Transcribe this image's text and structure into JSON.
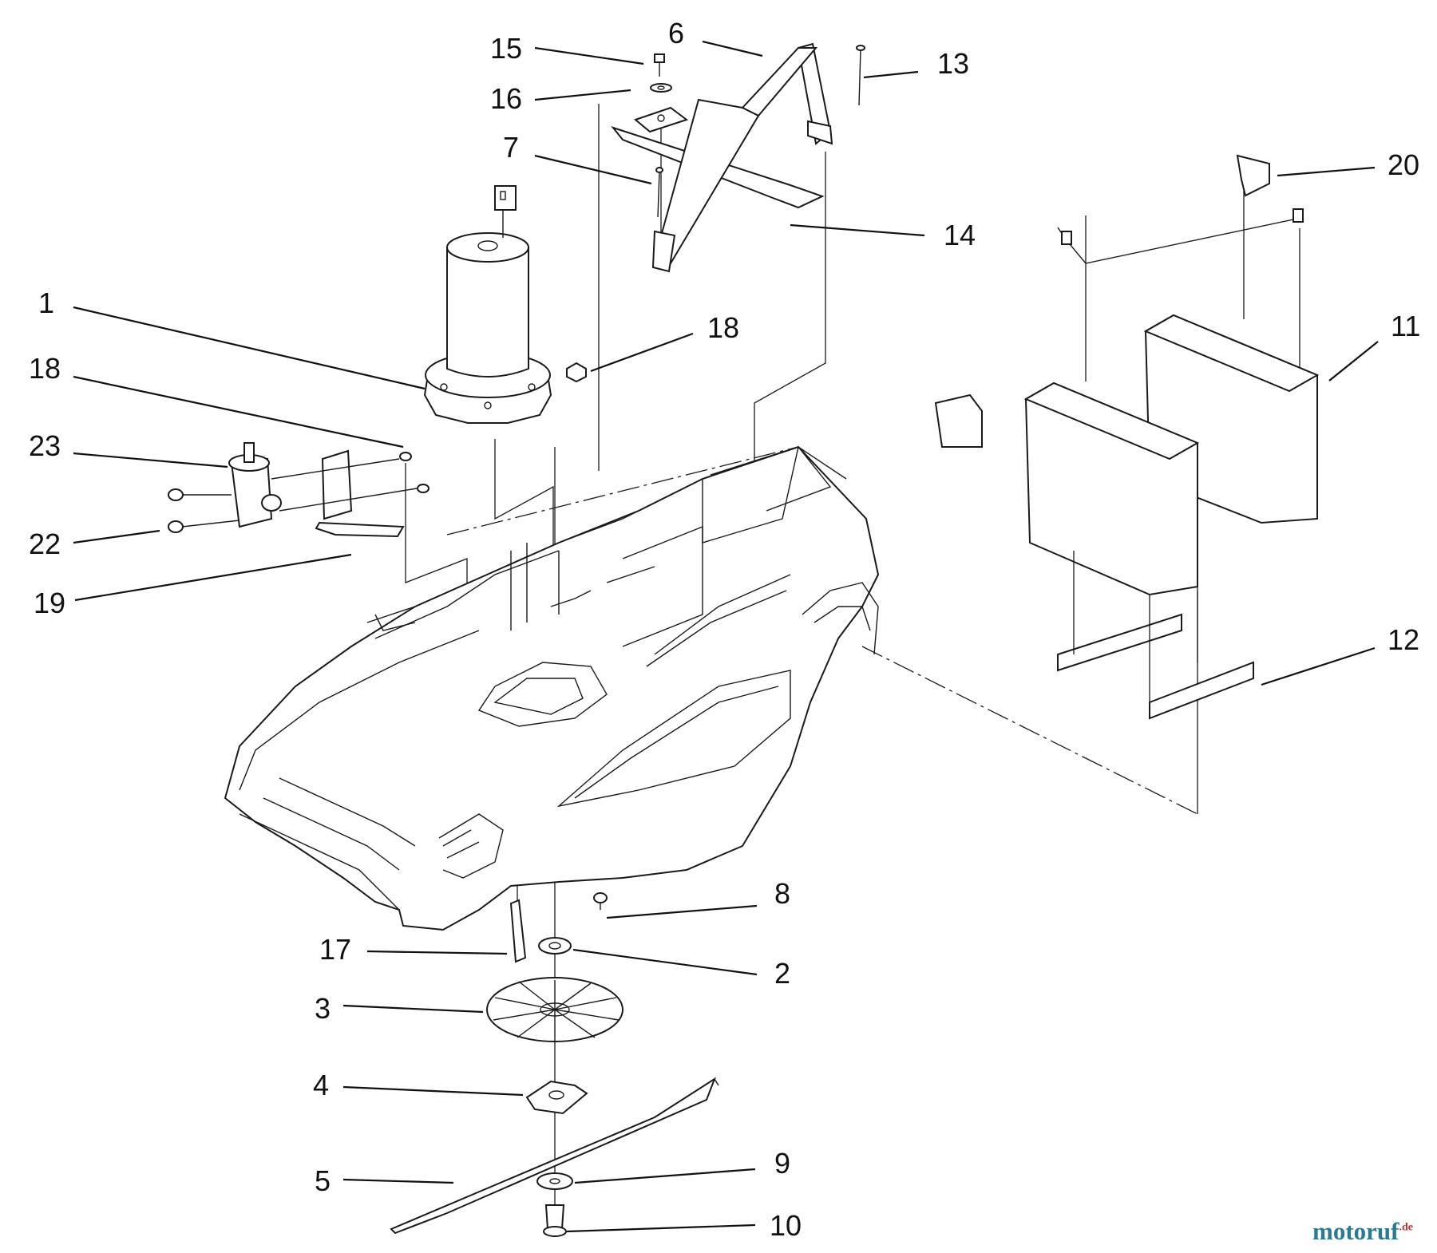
{
  "callouts": {
    "c1": "1",
    "c2": "2",
    "c3": "3",
    "c4": "4",
    "c5": "5",
    "c6": "6",
    "c7": "7",
    "c8": "8",
    "c9": "9",
    "c10": "10",
    "c11": "11",
    "c12": "12",
    "c13": "13",
    "c14": "14",
    "c15": "15",
    "c16": "16",
    "c17": "17",
    "c18a": "18",
    "c18b": "18",
    "c19": "19",
    "c20": "20",
    "c22": "22",
    "c23": "23"
  },
  "watermark": {
    "name": "motoruf",
    "tld": ".de"
  },
  "colors": {
    "line": "#1a1a1a",
    "watermark_main": "#2a7a92",
    "watermark_tld": "#b03a3a"
  }
}
